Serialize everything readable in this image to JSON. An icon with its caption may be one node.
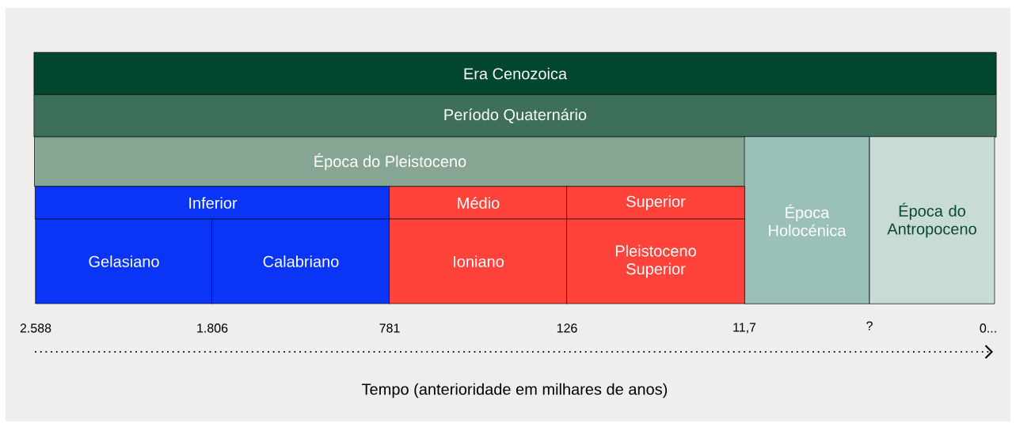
{
  "diagram": {
    "nodes": [
      {
        "text": [
          "Era Cenozoica"
        ]
      },
      {
        "text": [
          "Período Quaternário"
        ]
      },
      {
        "text": [
          "Época do Pleistoceno"
        ]
      },
      {
        "text": [
          "Época Holocénica"
        ]
      },
      {
        "text": [
          "Época do Antropoceno"
        ]
      },
      {
        "text": [
          "Inferior"
        ]
      },
      {
        "text": [
          "Médio"
        ]
      },
      {
        "text": [
          "Superior"
        ]
      },
      {
        "text": [
          "Gelasiano"
        ]
      },
      {
        "text": [
          "Calabriano"
        ]
      },
      {
        "text": [
          "Ioniano"
        ]
      },
      {
        "text": [
          "Pleistoceno Superior"
        ]
      }
    ],
    "labels": [
      "2.588",
      "1.806",
      "781",
      "126",
      "11,7",
      "?",
      "0...",
      "Tempo (anterioridade em milhares de anos)"
    ]
  }
}
